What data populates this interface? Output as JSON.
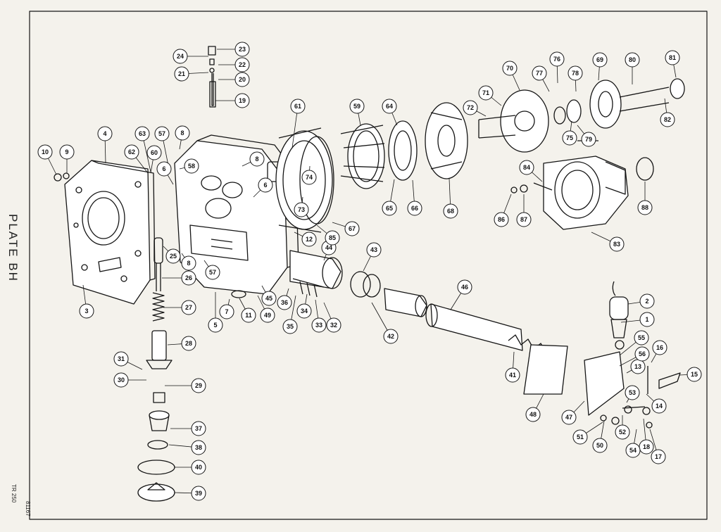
{
  "plate_title": "PLATE BH",
  "side_code": "TR 250",
  "side_number": "81167",
  "callouts": [
    {
      "n": "1"
    },
    {
      "n": "2"
    },
    {
      "n": "3"
    },
    {
      "n": "4"
    },
    {
      "n": "5"
    },
    {
      "n": "6"
    },
    {
      "n": "6"
    },
    {
      "n": "7"
    },
    {
      "n": "8"
    },
    {
      "n": "8"
    },
    {
      "n": "8"
    },
    {
      "n": "9"
    },
    {
      "n": "10"
    },
    {
      "n": "11"
    },
    {
      "n": "12"
    },
    {
      "n": "13"
    },
    {
      "n": "14"
    },
    {
      "n": "15"
    },
    {
      "n": "16"
    },
    {
      "n": "17"
    },
    {
      "n": "18"
    },
    {
      "n": "19"
    },
    {
      "n": "20"
    },
    {
      "n": "21"
    },
    {
      "n": "22"
    },
    {
      "n": "23"
    },
    {
      "n": "24"
    },
    {
      "n": "25"
    },
    {
      "n": "26"
    },
    {
      "n": "27"
    },
    {
      "n": "28"
    },
    {
      "n": "29"
    },
    {
      "n": "30"
    },
    {
      "n": "31"
    },
    {
      "n": "32"
    },
    {
      "n": "33"
    },
    {
      "n": "34"
    },
    {
      "n": "35"
    },
    {
      "n": "36"
    },
    {
      "n": "37"
    },
    {
      "n": "38"
    },
    {
      "n": "39"
    },
    {
      "n": "40"
    },
    {
      "n": "41"
    },
    {
      "n": "42"
    },
    {
      "n": "43"
    },
    {
      "n": "44"
    },
    {
      "n": "45"
    },
    {
      "n": "46"
    },
    {
      "n": "47"
    },
    {
      "n": "48"
    },
    {
      "n": "49"
    },
    {
      "n": "50"
    },
    {
      "n": "51"
    },
    {
      "n": "52"
    },
    {
      "n": "53"
    },
    {
      "n": "54"
    },
    {
      "n": "55"
    },
    {
      "n": "56"
    },
    {
      "n": "57"
    },
    {
      "n": "57"
    },
    {
      "n": "58"
    },
    {
      "n": "59"
    },
    {
      "n": "60"
    },
    {
      "n": "61"
    },
    {
      "n": "62"
    },
    {
      "n": "63"
    },
    {
      "n": "64"
    },
    {
      "n": "65"
    },
    {
      "n": "66"
    },
    {
      "n": "67"
    },
    {
      "n": "68"
    },
    {
      "n": "69"
    },
    {
      "n": "70"
    },
    {
      "n": "71"
    },
    {
      "n": "72"
    },
    {
      "n": "73"
    },
    {
      "n": "74"
    },
    {
      "n": "75"
    },
    {
      "n": "76"
    },
    {
      "n": "77"
    },
    {
      "n": "78"
    },
    {
      "n": "79"
    },
    {
      "n": "80"
    },
    {
      "n": "81"
    },
    {
      "n": "82"
    },
    {
      "n": "83"
    },
    {
      "n": "84"
    },
    {
      "n": "85"
    },
    {
      "n": "86"
    },
    {
      "n": "87"
    },
    {
      "n": "88"
    }
  ],
  "colors": {
    "paper": "#f4f2ec",
    "ink": "#151515"
  }
}
